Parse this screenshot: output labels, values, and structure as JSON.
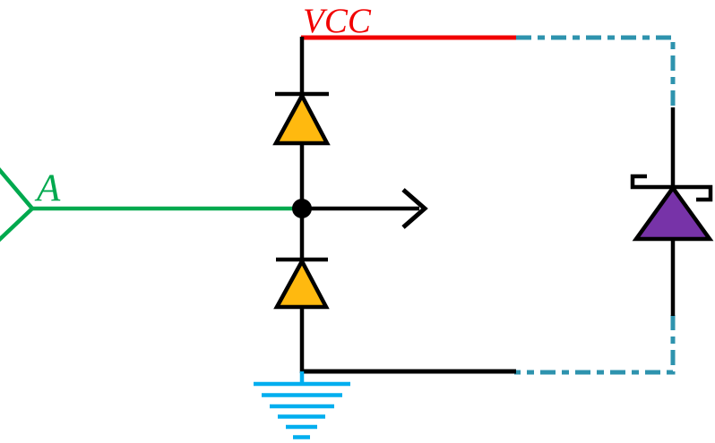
{
  "page": {
    "title": "Diode clamp circuit schematic",
    "background": "#ffffff"
  },
  "labels": {
    "vcc": "VCC",
    "input_a": "A"
  },
  "colors": {
    "black": "#000000",
    "vcc_red": "#f10000",
    "wire_green": "#00a94e",
    "diode_fill_orange": "#ffb90f",
    "diode_fill_purple": "#7733a8",
    "ground_blue": "#00aeef",
    "dash_teal": "#2e93ae"
  },
  "icons": {
    "input_terminal": "input-port-chevron",
    "junction": "junction-dot",
    "arrow": "signal-arrow-right",
    "upper_diode": "diode-triangle-up",
    "lower_diode": "diode-triangle-up",
    "right_diode": "schottky-diode",
    "ground": "ground-symbol"
  }
}
